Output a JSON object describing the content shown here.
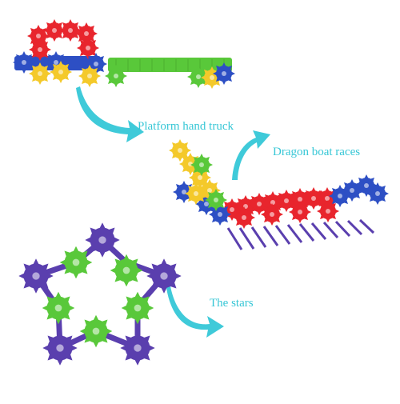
{
  "captions": {
    "truck": "Platform hand truck",
    "dragon": "Dragon boat races",
    "stars": "The stars"
  },
  "colors": {
    "caption_text": "#37c7d6",
    "arrow": "#3fcad9",
    "red": "#e8252d",
    "blue": "#2d4fc4",
    "green": "#59c83a",
    "yellow": "#f4c92a",
    "purple": "#5a3fae"
  }
}
